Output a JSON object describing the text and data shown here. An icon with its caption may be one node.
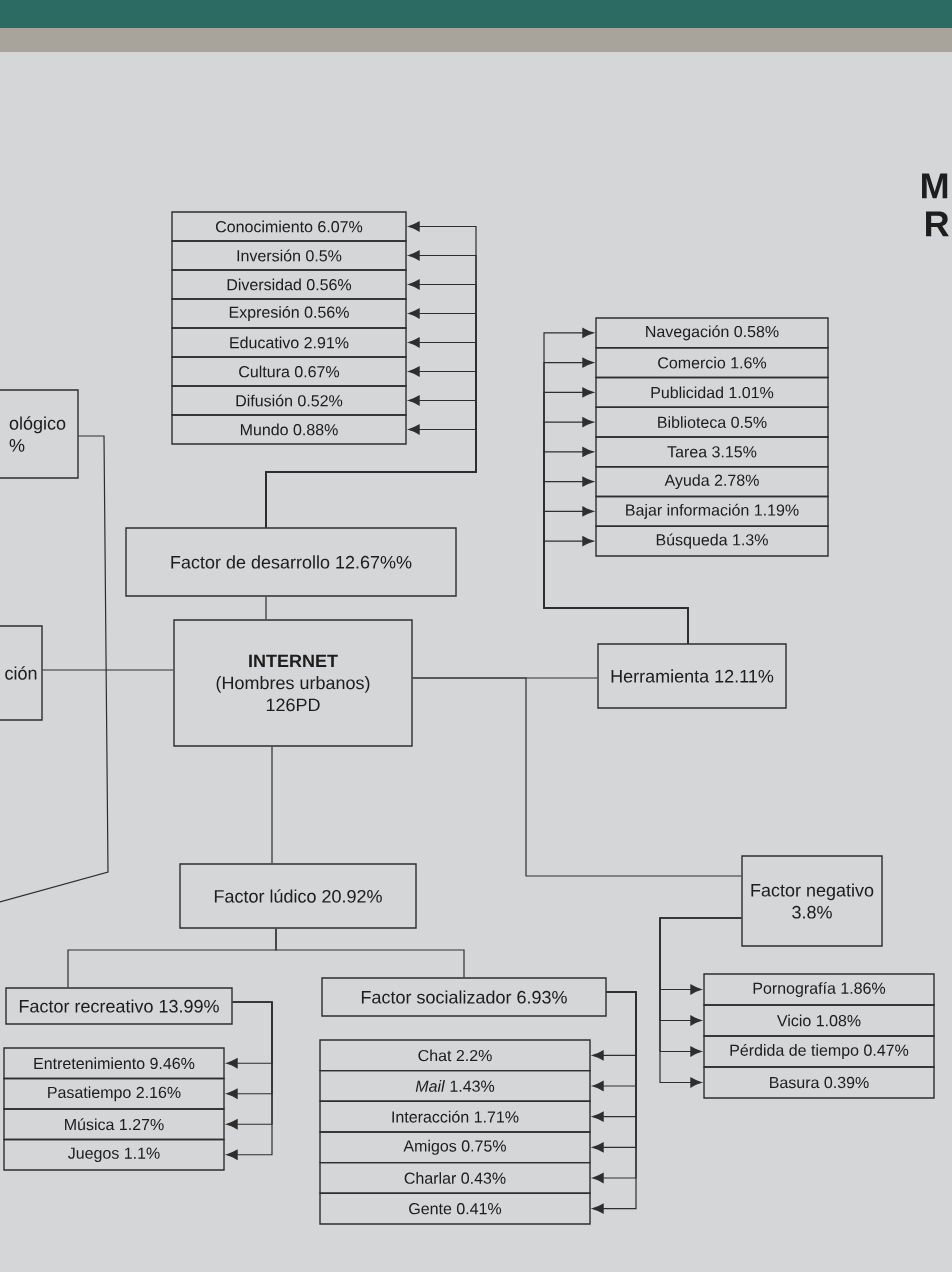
{
  "diagram": {
    "nodes": [
      {
        "text": [
          "INTERNET",
          "(Hombres urbanos) 126PD"
        ]
      },
      {
        "text": [
          "Factor de desarrollo 12.67%%"
        ]
      },
      {
        "text": [
          "Conocimiento 6.07%"
        ]
      },
      {
        "text": [
          "Inversión 0.5%"
        ]
      },
      {
        "text": [
          "Diversidad 0.56%"
        ]
      },
      {
        "text": [
          "Expresión 0.56%"
        ]
      },
      {
        "text": [
          "Educativo 2.91%"
        ]
      },
      {
        "text": [
          "Cultura 0.67%"
        ]
      },
      {
        "text": [
          "Difusión 0.52%"
        ]
      },
      {
        "text": [
          "Mundo 0.88%"
        ]
      },
      {
        "text": [
          "Herramienta 12.11%"
        ]
      },
      {
        "text": [
          "Navegación 0.58%"
        ]
      },
      {
        "text": [
          "Comercio 1.6%"
        ]
      },
      {
        "text": [
          "Publicidad 1.01%"
        ]
      },
      {
        "text": [
          "Biblioteca 0.5%"
        ]
      },
      {
        "text": [
          "Tarea 3.15%"
        ]
      },
      {
        "text": [
          "Ayuda 2.78%"
        ]
      },
      {
        "text": [
          "Bajar información 1.19%"
        ]
      },
      {
        "text": [
          "Búsqueda 1.3%"
        ]
      },
      {
        "text": [
          "ológico %"
        ]
      },
      {
        "text": [
          "ción"
        ]
      },
      {
        "text": [
          "Factor lúdico 20.92%"
        ]
      },
      {
        "text": [
          "Factor negativo 3.8%"
        ]
      },
      {
        "text": [
          "Pornografía 1.86%"
        ]
      },
      {
        "text": [
          "Vicio 1.08%"
        ]
      },
      {
        "text": [
          "Pérdida de tiempo 0.47%"
        ]
      },
      {
        "text": [
          "Basura 0.39%"
        ]
      },
      {
        "text": [
          "Factor socializador 6.93%"
        ]
      },
      {
        "text": [
          "Chat 2.2%"
        ]
      },
      {
        "text": [
          "*Mail* 1.43%"
        ]
      },
      {
        "text": [
          "Interacción 1.71%"
        ]
      },
      {
        "text": [
          "Amigos 0.75%"
        ]
      },
      {
        "text": [
          "Charlar 0.43%"
        ]
      },
      {
        "text": [
          "Gente 0.41%"
        ]
      },
      {
        "text": [
          "Factor recreativo 13.99%"
        ]
      },
      {
        "text": [
          "Entretenimiento 9.46%"
        ]
      },
      {
        "text": [
          "Pasatiempo 2.16%"
        ]
      },
      {
        "text": [
          "Música 1.27%"
        ]
      },
      {
        "text": [
          "Juegos 1.1%"
        ]
      }
    ],
    "edges": [
      {
        "from": 0,
        "to": 1,
        "arrow": "none"
      },
      {
        "from": 1,
        "to": 2,
        "arrow": "to"
      },
      {
        "from": 1,
        "to": 3,
        "arrow": "to"
      },
      {
        "from": 1,
        "to": 4,
        "arrow": "to"
      },
      {
        "from": 1,
        "to": 5,
        "arrow": "to"
      },
      {
        "from": 1,
        "to": 6,
        "arrow": "to"
      },
      {
        "from": 1,
        "to": 7,
        "arrow": "to"
      },
      {
        "from": 1,
        "to": 8,
        "arrow": "to"
      },
      {
        "from": 1,
        "to": 9,
        "arrow": "to"
      },
      {
        "from": 0,
        "to": 10,
        "arrow": "none"
      },
      {
        "from": 10,
        "to": 11,
        "arrow": "to"
      },
      {
        "from": 10,
        "to": 12,
        "arrow": "to"
      },
      {
        "from": 10,
        "to": 13,
        "arrow": "to"
      },
      {
        "from": 10,
        "to": 14,
        "arrow": "to"
      },
      {
        "from": 10,
        "to": 15,
        "arrow": "to"
      },
      {
        "from": 10,
        "to": 16,
        "arrow": "to"
      },
      {
        "from": 10,
        "to": 17,
        "arrow": "to"
      },
      {
        "from": 10,
        "to": 18,
        "arrow": "to"
      },
      {
        "from": null,
        "to": 19,
        "arrow": "none"
      },
      {
        "from": 0,
        "to": 20,
        "arrow": "none"
      },
      {
        "from": 0,
        "to": 21,
        "arrow": "none"
      },
      {
        "from": 0,
        "to": 22,
        "arrow": "none"
      },
      {
        "from": 22,
        "to": 23,
        "arrow": "to"
      },
      {
        "from": 22,
        "to": 24,
        "arrow": "to"
      },
      {
        "from": 22,
        "to": 25,
        "arrow": "to"
      },
      {
        "from": 22,
        "to": 26,
        "arrow": "to"
      },
      {
        "from": 21,
        "to": 27,
        "arrow": "none"
      },
      {
        "from": 27,
        "to": 28,
        "arrow": "to"
      },
      {
        "from": 27,
        "to": 29,
        "arrow": "to"
      },
      {
        "from": 27,
        "to": 30,
        "arrow": "to"
      },
      {
        "from": 27,
        "to": 31,
        "arrow": "to"
      },
      {
        "from": 27,
        "to": 32,
        "arrow": "to"
      },
      {
        "from": 27,
        "to": 33,
        "arrow": "to"
      },
      {
        "from": 21,
        "to": 34,
        "arrow": "none"
      },
      {
        "from": 34,
        "to": 35,
        "arrow": "to"
      },
      {
        "from": 34,
        "to": 36,
        "arrow": "to"
      },
      {
        "from": 34,
        "to": 37,
        "arrow": "to"
      },
      {
        "from": 34,
        "to": 38,
        "arrow": "to"
      }
    ],
    "labels": [
      "M",
      "R"
    ]
  }
}
